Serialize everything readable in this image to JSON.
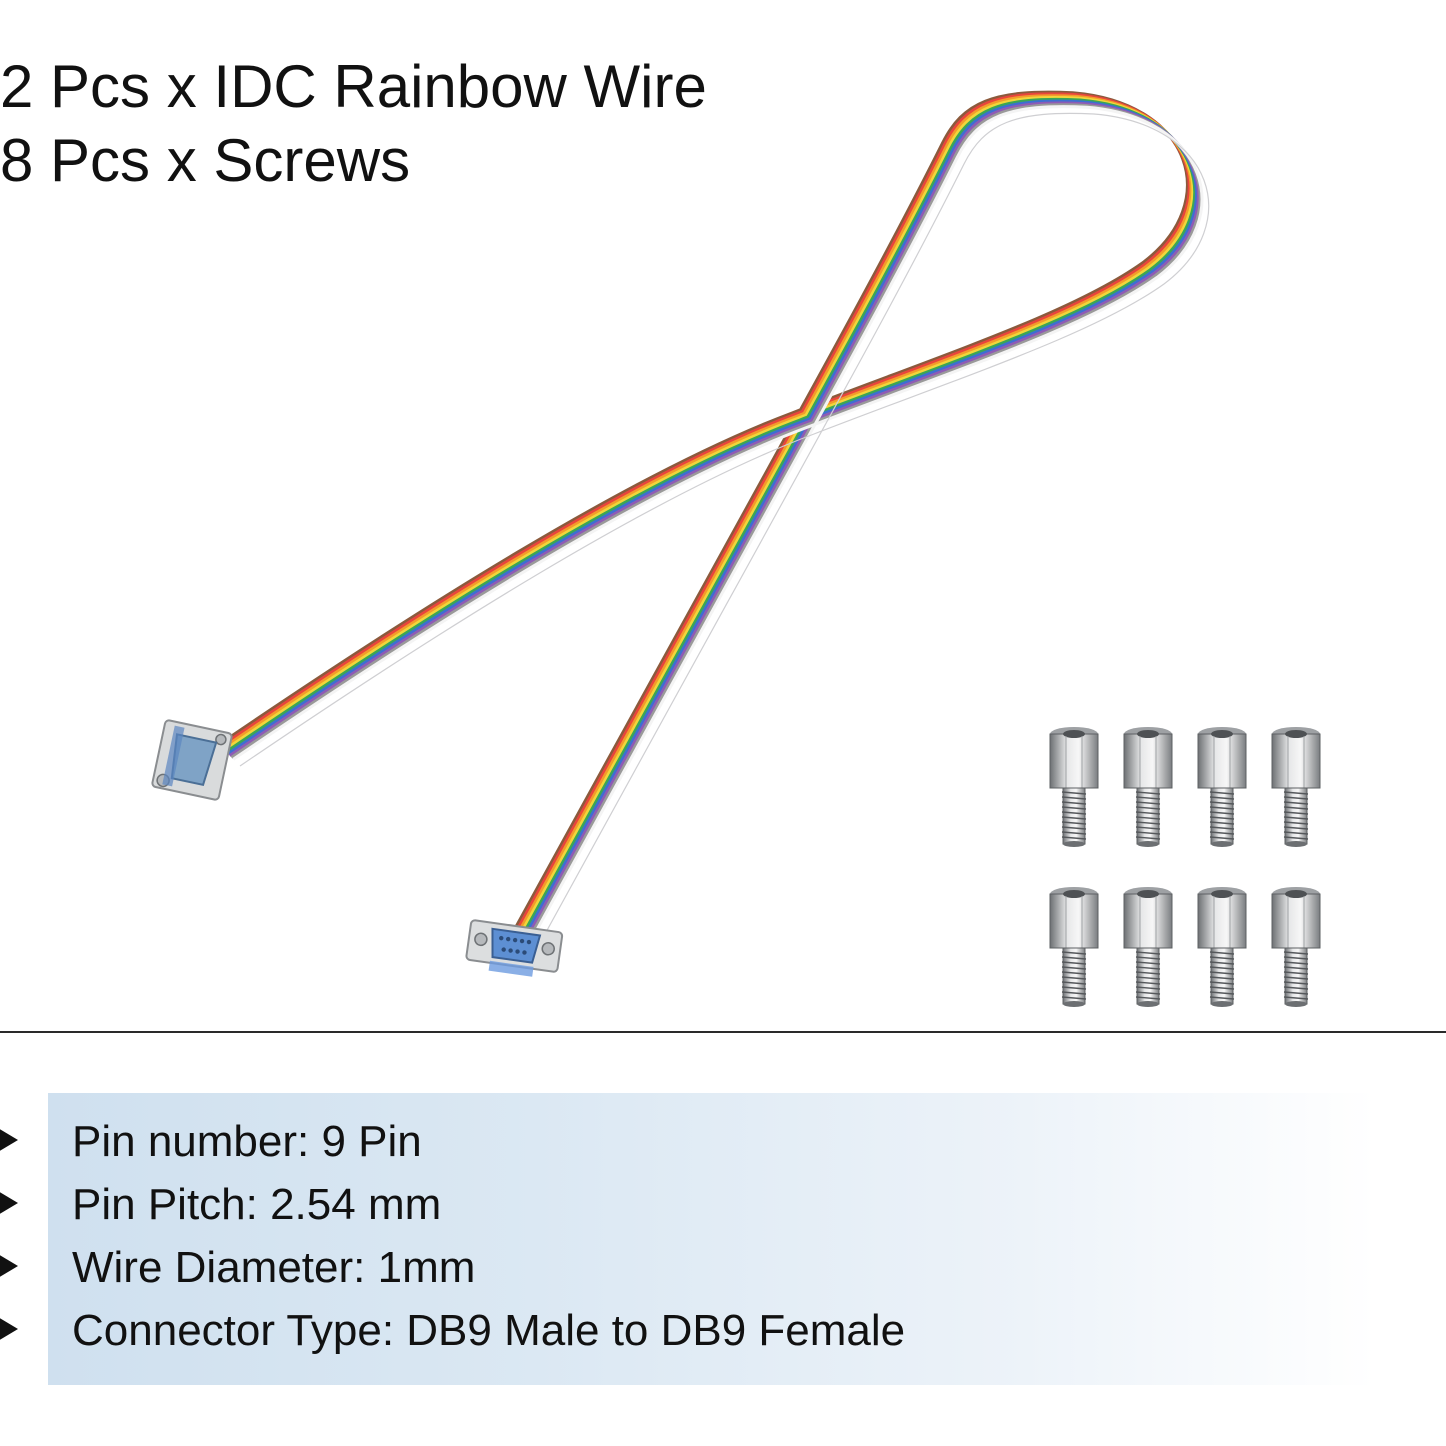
{
  "header": {
    "lines": [
      "2 Pcs x IDC Rainbow Wire",
      "8 Pcs x Screws"
    ]
  },
  "illustration": {
    "cable_icon": "rainbow-ribbon-cable-icon",
    "male_connector_icon": "db9-male-connector-icon",
    "female_connector_icon": "db9-female-connector-icon",
    "standoff_icon": "hex-standoff-screw-icon",
    "standoff_count": 8,
    "ribbon_colors": [
      "#8b5a3c",
      "#e8453c",
      "#f39c2b",
      "#f1d63a",
      "#3aa655",
      "#3d6fd1",
      "#8e5bb5",
      "#9a9a9a",
      "#f4f4f4"
    ]
  },
  "specs": {
    "items": [
      "Pin number: 9 Pin",
      "Pin Pitch: 2.54 mm",
      "Wire Diameter: 1mm",
      "Connector Type: DB9 Male to DB9 Female"
    ],
    "panel_color": "#cfe0ef"
  }
}
